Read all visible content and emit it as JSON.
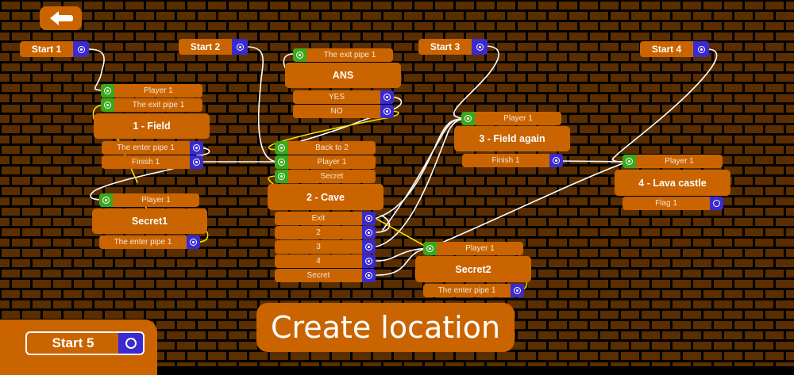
{
  "colors": {
    "tile": "#c96400",
    "brick": "#5a2e00",
    "mortar": "#000000",
    "input_port": "#3aa81c",
    "output_port": "#3a2ad0",
    "wire": "#ffffff",
    "wire_pipe": "#f0e000"
  },
  "toolbar": {
    "back_icon": "arrow-left-icon",
    "create_label": "Create location"
  },
  "starts": [
    {
      "id": "start1",
      "label": "Start 1",
      "connected": true
    },
    {
      "id": "start2",
      "label": "Start 2",
      "connected": true
    },
    {
      "id": "start3",
      "label": "Start 3",
      "connected": true
    },
    {
      "id": "start4",
      "label": "Start 4",
      "connected": true
    },
    {
      "id": "start5",
      "label": "Start 5",
      "connected": false
    }
  ],
  "locations": [
    {
      "id": "field1",
      "title": "1 - Field",
      "inputs": [
        "Player 1",
        "The exit pipe 1"
      ],
      "outputs": [
        "The enter pipe 1",
        "Finish 1"
      ]
    },
    {
      "id": "secret1",
      "title": "Secret1",
      "inputs": [
        "Player 1"
      ],
      "outputs": [
        "The enter pipe 1"
      ]
    },
    {
      "id": "ans",
      "title": "ANS",
      "inputs": [
        "The exit pipe 1"
      ],
      "outputs": [
        "YES",
        "NO"
      ]
    },
    {
      "id": "cave2",
      "title": "2 - Cave",
      "inputs": [
        "Back to 2",
        "Player 1",
        "Secret"
      ],
      "outputs": [
        "Exit",
        "2",
        "3",
        "4",
        "Secret"
      ]
    },
    {
      "id": "field3",
      "title": "3 - Field again",
      "inputs": [
        "Player 1"
      ],
      "outputs": [
        "Finish 1"
      ]
    },
    {
      "id": "secret2",
      "title": "Secret2",
      "inputs": [
        "Player 1"
      ],
      "outputs": [
        "The enter pipe 1"
      ]
    },
    {
      "id": "lava4",
      "title": "4 - Lava castle",
      "inputs": [
        "Player 1"
      ],
      "outputs": [
        "Flag 1"
      ],
      "outputs_connected": [
        false
      ]
    }
  ]
}
